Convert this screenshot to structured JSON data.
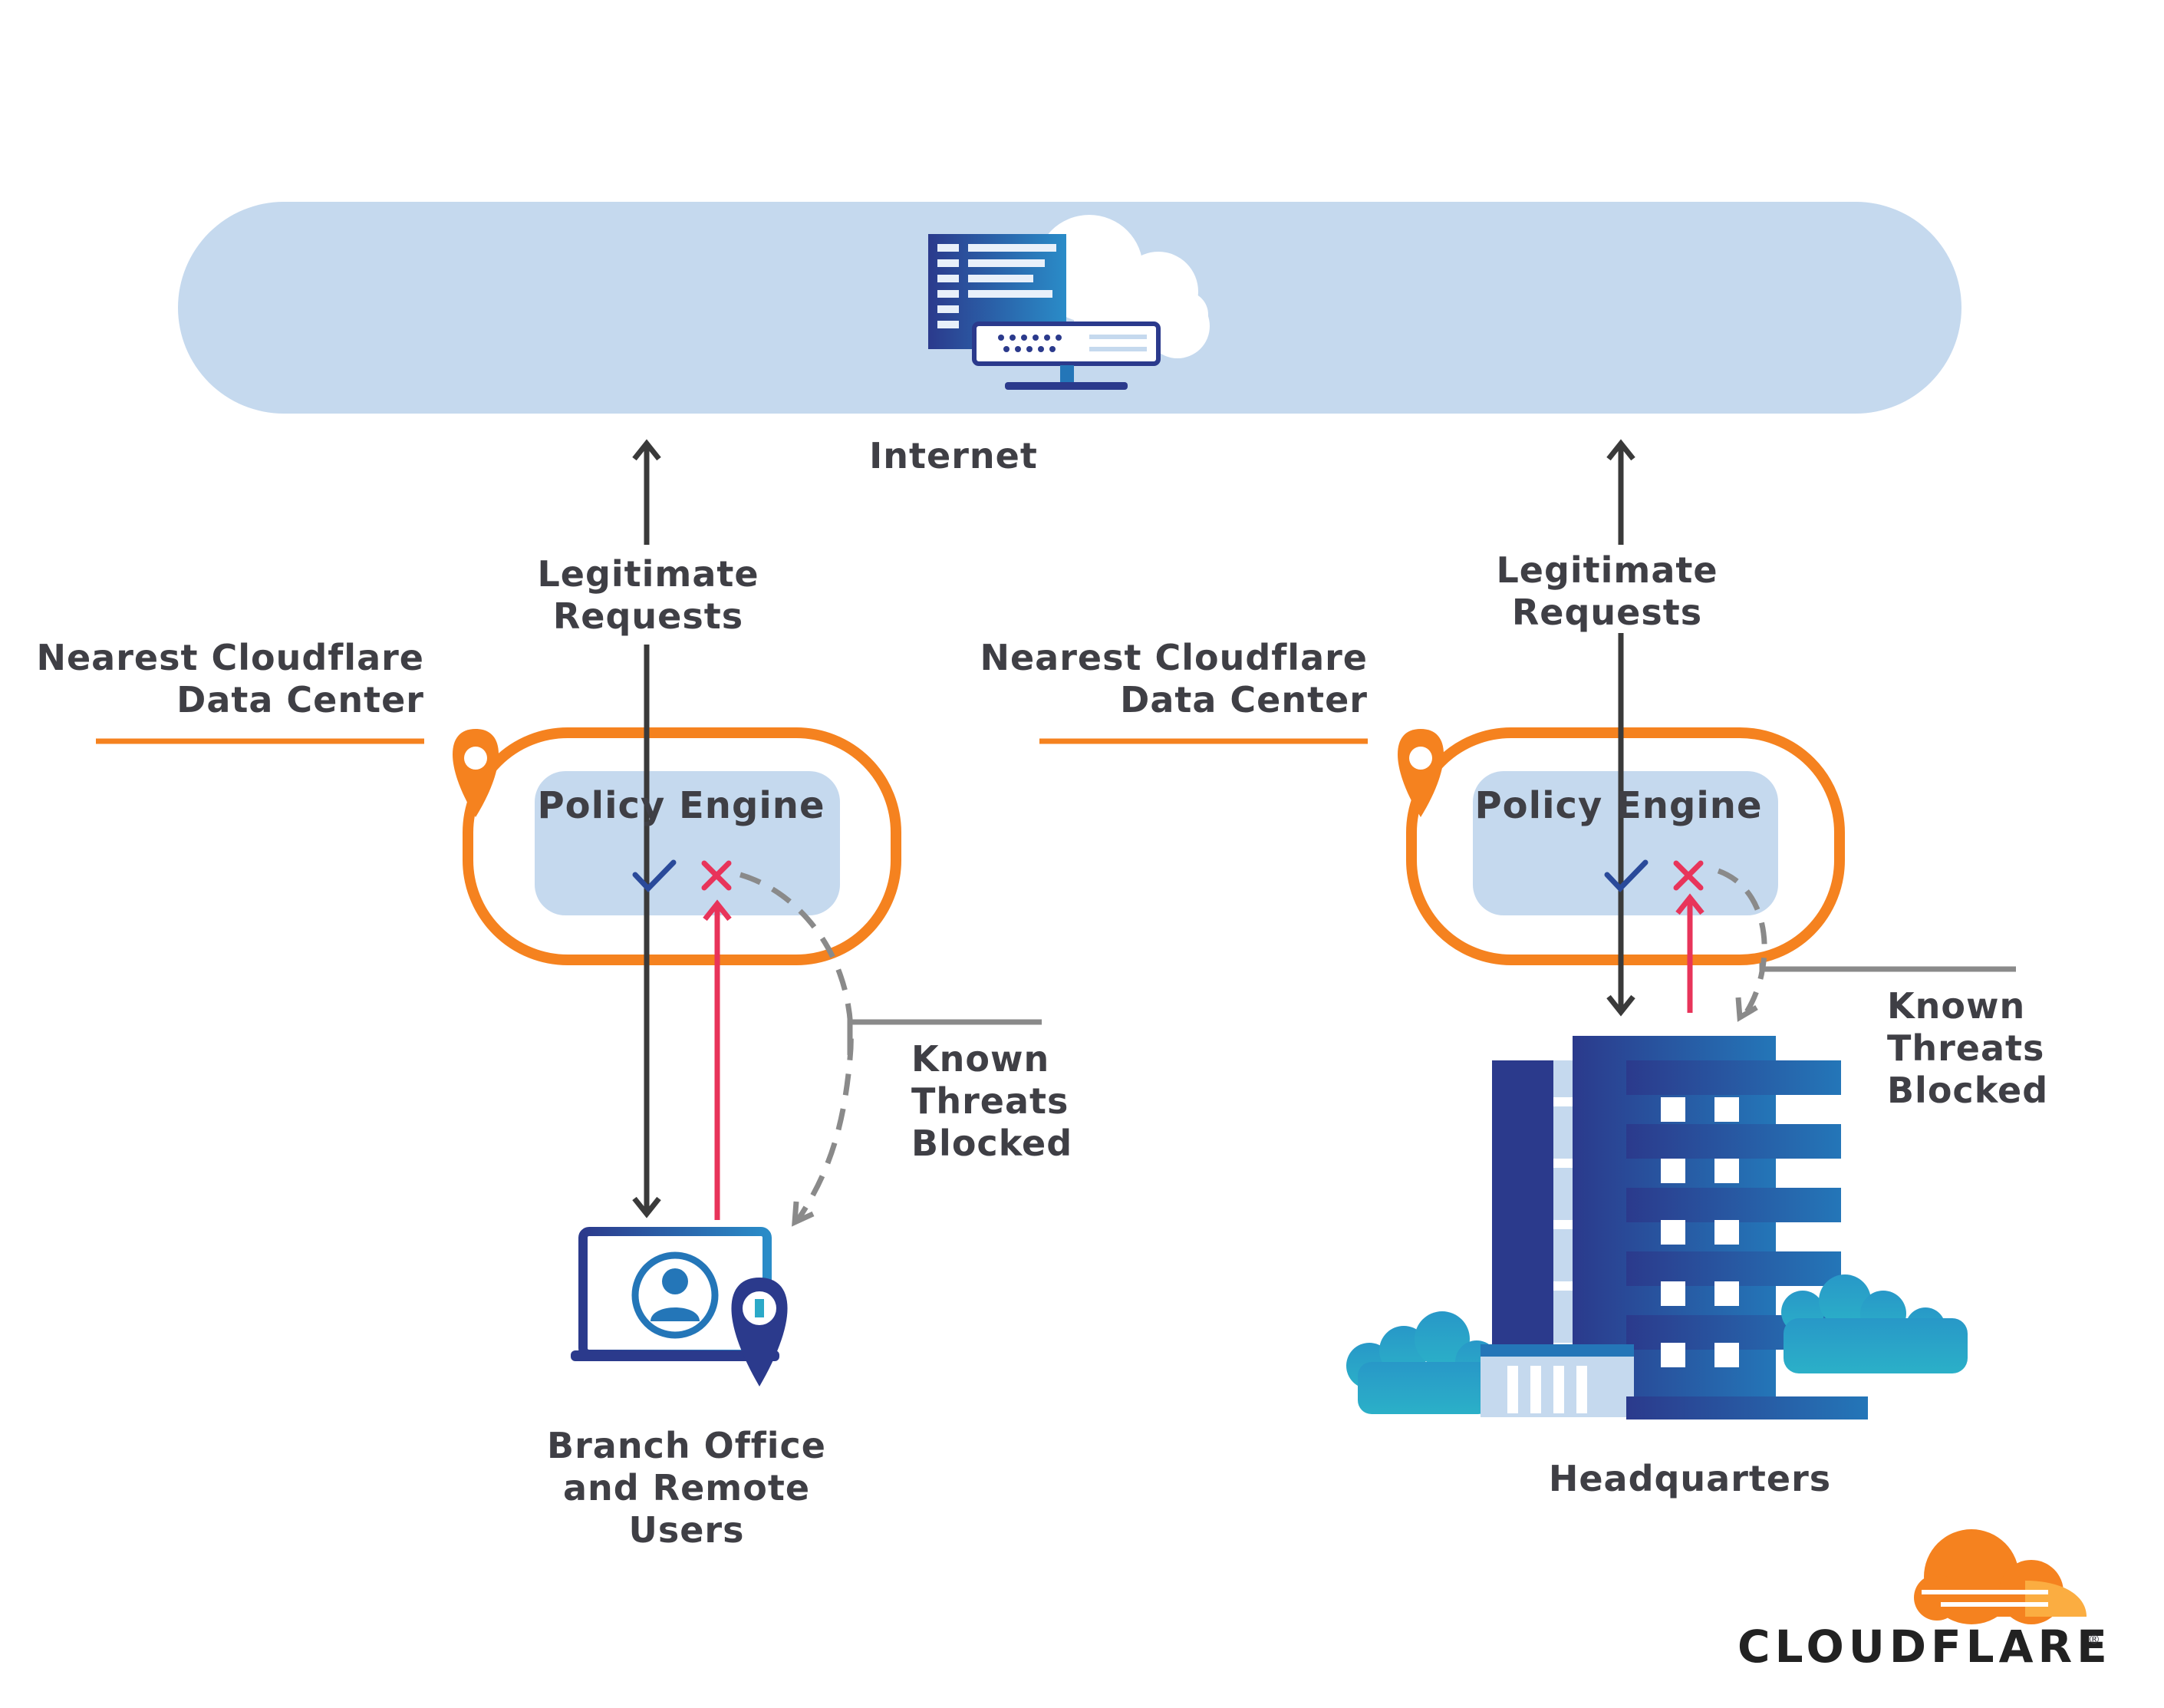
{
  "internet": {
    "label": "Internet"
  },
  "left_site": {
    "legit_line1": "Legitimate",
    "legit_line2": "Requests",
    "dc_line1": "Nearest Cloudflare",
    "dc_line2": "Data Center",
    "policy_engine": "Policy Engine",
    "threats_line1": "Known",
    "threats_line2": "Threats",
    "threats_line3": "Blocked",
    "endpoint_line1": "Branch Office",
    "endpoint_line2": "and Remote",
    "endpoint_line3": "Users"
  },
  "right_site": {
    "legit_line1": "Legitimate",
    "legit_line2": "Requests",
    "dc_line1": "Nearest Cloudflare",
    "dc_line2": "Data Center",
    "policy_engine": "Policy Engine",
    "threats_line1": "Known",
    "threats_line2": "Threats",
    "threats_line3": "Blocked",
    "endpoint_line1": "Headquarters"
  },
  "logo": {
    "text": "CLOUDFLARE",
    "mark": "®"
  },
  "colors": {
    "cloud_fill": "#c5d9ee",
    "orange": "#f5821f",
    "orange_light": "#fbad41",
    "policy_fill": "#c5d9ee",
    "allow_arrow": "#3a3a3a",
    "block_arrow": "#e8345a",
    "dashed": "#8a8a8a",
    "check": "#2a4a9a",
    "cross": "#e8345a",
    "navy": "#2b3a8c",
    "teal": "#2ba9c8"
  },
  "icons": [
    "server-icon",
    "cloud-icon",
    "location-pin-icon",
    "checkmark-icon",
    "x-icon",
    "laptop-icon",
    "user-icon",
    "building-icon",
    "tree-icon",
    "cloudflare-logo-icon"
  ]
}
